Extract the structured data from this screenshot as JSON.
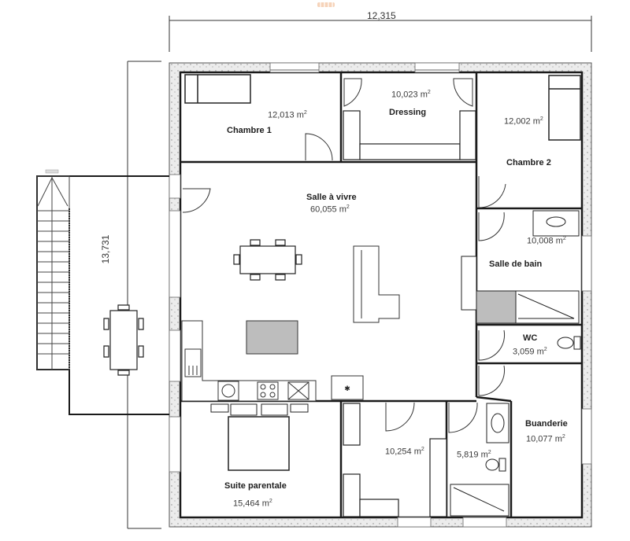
{
  "plan": {
    "title": "Floor plan",
    "dimensions": {
      "width_label": "12,315",
      "height_label": "13,731"
    },
    "area_unit": "m",
    "area_unit_exp": "2",
    "rooms": [
      {
        "id": "chambre-1",
        "name": "Chambre 1",
        "area": "12,013"
      },
      {
        "id": "dressing",
        "name": "Dressing",
        "area": "10,023"
      },
      {
        "id": "chambre-2",
        "name": "Chambre 2",
        "area": "12,002"
      },
      {
        "id": "salle-a-vivre",
        "name": "Salle à vivre",
        "area": "60,055"
      },
      {
        "id": "salle-de-bain",
        "name": "Salle de bain",
        "area": "10,008"
      },
      {
        "id": "wc",
        "name": "WC",
        "area": "3,059"
      },
      {
        "id": "suite-parentale",
        "name": "Suite parentale",
        "area": "15,464"
      },
      {
        "id": "dressing-suite",
        "name": "",
        "area": "10,254"
      },
      {
        "id": "salle-eau-suite",
        "name": "",
        "area": "5,819"
      },
      {
        "id": "buanderie",
        "name": "Buanderie",
        "area": "10,077"
      }
    ],
    "colors": {
      "wall": "#1a1a1a",
      "wall_fill": "#d9d9d9",
      "furniture_fill": "#bdbdbd",
      "line": "#333333",
      "background": "#ffffff"
    }
  }
}
